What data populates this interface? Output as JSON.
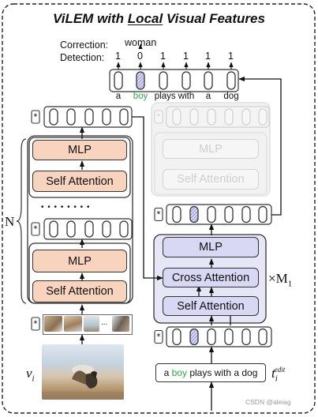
{
  "title": {
    "prefix": "ViLEM with ",
    "emph": "Local",
    "suffix": " Visual Features"
  },
  "correction": {
    "label": "Correction:",
    "word": "woman"
  },
  "detection": {
    "label": "Detection:",
    "values": [
      "1",
      "0",
      "1",
      "1",
      "1",
      "1"
    ]
  },
  "output_tokens": [
    "a",
    "boy",
    "plays with",
    "a",
    "dog"
  ],
  "blocks": {
    "mlp": "MLP",
    "self_attention": "Self Attention",
    "cross_attention": "Cross Attention"
  },
  "labels": {
    "n": "N",
    "m1_base": "×M",
    "m1_sub": "1",
    "v_base": "v",
    "v_sub": "i",
    "t_base": "t",
    "t_sub": "i",
    "t_sup": "edit",
    "ellipsis": "...",
    "dots": "• • • • • • • •"
  },
  "caption": {
    "pre": "a ",
    "highlight": "boy",
    "post": " plays with a dog"
  },
  "watermark": "CSDN @aleiag",
  "colors": {
    "mlp_fill": "#f8d4bf",
    "attention_fill": "#d8d8f4",
    "highlight_word": "#2fa54a",
    "masked_token": "#a9a9e6"
  }
}
